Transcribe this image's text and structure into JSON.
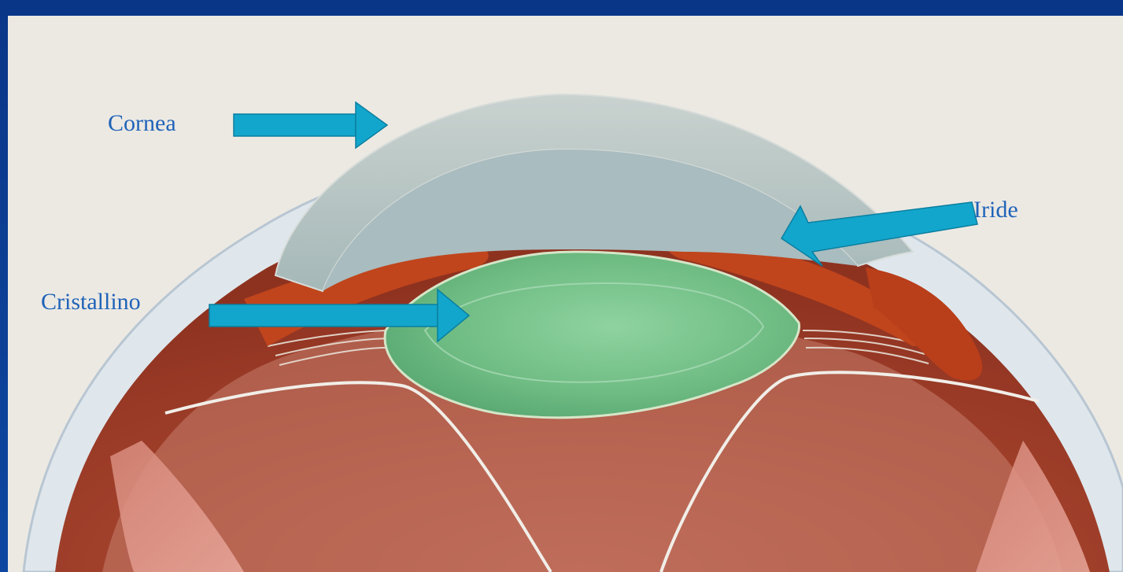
{
  "labels": {
    "cornea": "Cornea",
    "iride": "Iride",
    "cristallino": "Cristallino"
  },
  "colors": {
    "background": "#0d47a1",
    "label_text": "#1f63b8",
    "arrow": "#13a6cc",
    "cornea": "#b9c7c6",
    "lens": "#78c28a",
    "iris": "#c0451c"
  }
}
